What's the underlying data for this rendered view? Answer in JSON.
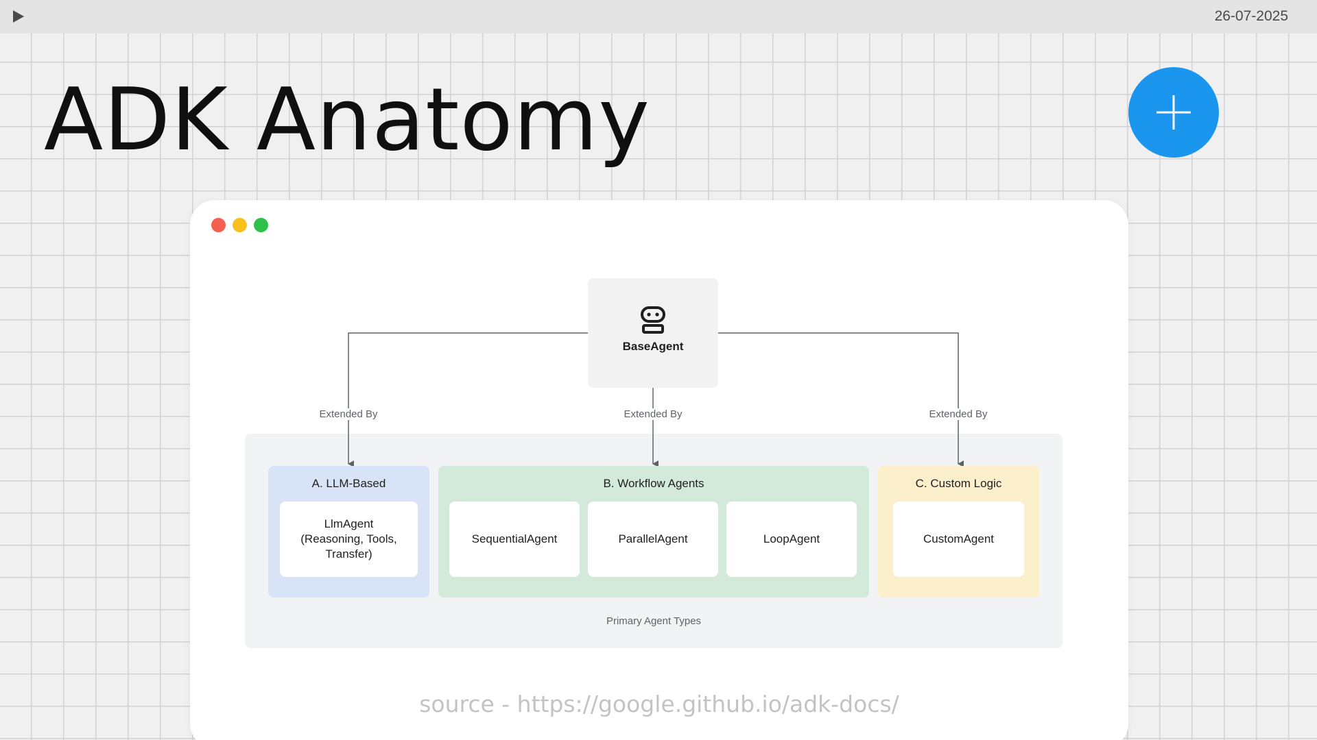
{
  "topbar": {
    "date": "26-07-2025"
  },
  "slide": {
    "title": "ADK Anatomy"
  },
  "icons": {
    "play": "play-icon",
    "add": "plus-icon",
    "robot": "robot-icon"
  },
  "colors": {
    "fab": "#1a96ee",
    "traffic_red": "#f4604f",
    "traffic_yellow": "#f8c01b",
    "traffic_green": "#2fc04a",
    "group_llm": "#d9e3f7",
    "group_workflow": "#d3e9da",
    "group_custom": "#fcefcb"
  },
  "diagram": {
    "root": {
      "label": "BaseAgent"
    },
    "edge_label": "Extended By",
    "groups": [
      {
        "title": "A. LLM-Based",
        "agents": [
          "LlmAgent\n(Reasoning, Tools,\nTransfer)"
        ]
      },
      {
        "title": "B. Workflow Agents",
        "agents": [
          "SequentialAgent",
          "ParallelAgent",
          "LoopAgent"
        ]
      },
      {
        "title": "C. Custom Logic",
        "agents": [
          "CustomAgent"
        ]
      }
    ],
    "caption": "Primary Agent Types"
  },
  "source": "source - https://google.github.io/adk-docs/"
}
